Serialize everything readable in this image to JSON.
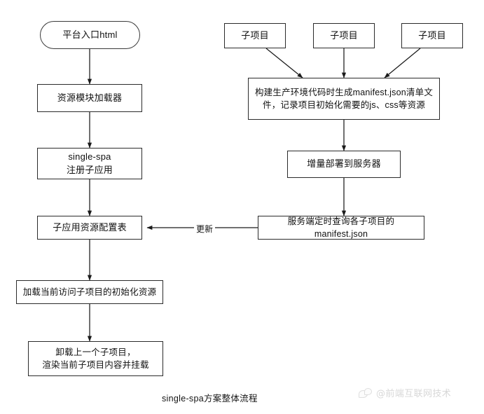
{
  "diagram": {
    "caption": "single-spa方案整体流程",
    "edge_labels": {
      "update": "更新"
    },
    "colors": {
      "background": "#ffffff",
      "node_border": "#2b2b2b",
      "node_fill": "#ffffff",
      "edge_stroke": "#1a1a1a",
      "text": "#101010",
      "watermark": "#c9c9c9"
    },
    "left_flow": {
      "entry": "平台入口html",
      "loader": "资源模块加载器",
      "register": "single-spa\n注册子应用",
      "config_table": "子应用资源配置表",
      "load_resources": "加载当前访问子项目的初始化资源",
      "mount": "卸载上一个子项目，\n渲染当前子项目内容并挂载"
    },
    "right_flow": {
      "subprojects": [
        "子项目",
        "子项目",
        "子项目"
      ],
      "manifest_build": "构建生产环境代码时生成manifest.json清单文\n件，记录项目初始化需要的js、css等资源",
      "deploy": "增量部署到服务器",
      "server_query": "服务端定时查询各子项目的manifest.json"
    }
  },
  "watermark": {
    "handle": "@前端互联网技术",
    "logo": "bird-logo-icon"
  }
}
